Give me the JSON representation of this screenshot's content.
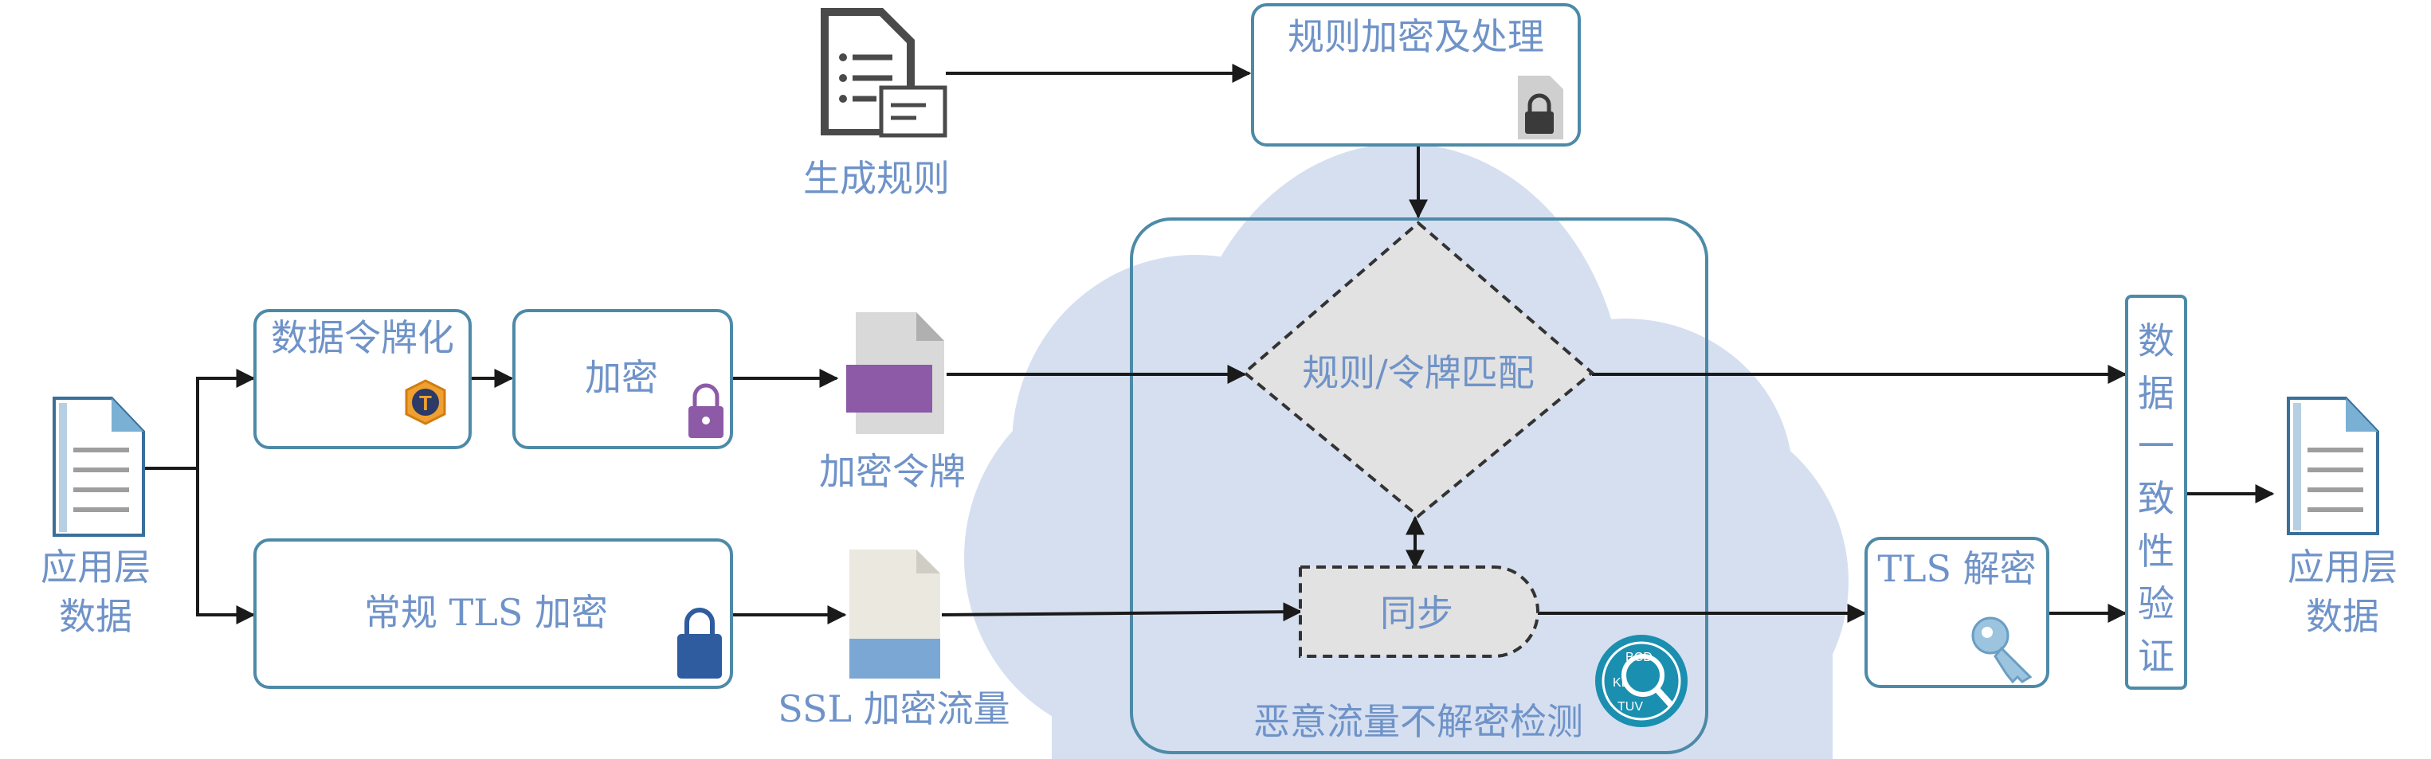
{
  "labels": {
    "app_data_left_1": "应用层",
    "app_data_left_2": "数据",
    "tokenize": "数据令牌化",
    "encrypt": "加密",
    "encrypted_token": "加密令牌",
    "regular_tls": "常规 TLS 加密",
    "ssl_traffic": "SSL 加密流量",
    "generate_rules": "生成规则",
    "rule_encrypt": "规则加密及处理",
    "rule_token_match": "规则/令牌匹配",
    "sync": "同步",
    "detection": "恶意流量不解密检测",
    "tls_decrypt": "TLS 解密",
    "consistency": [
      "数",
      "据",
      "一",
      "致",
      "性",
      "验",
      "证"
    ],
    "app_data_right_1": "应用层",
    "app_data_right_2": "数据"
  },
  "icons": {
    "document": "document-icon",
    "token": "token-hexagon-icon",
    "lock": "lock-icon",
    "key": "key-icon",
    "magnifier": "magnifier-icon",
    "encrypted_file": "encrypted-file-icon",
    "rules_doc": "rules-document-icon"
  },
  "colors": {
    "label_text": "#6f93c8",
    "box_border": "#4d8aa8",
    "cloud": "#d5dff0",
    "diamond_fill": "#e2e2e2",
    "token_orange": "#f0a030",
    "purple": "#8c5aa6",
    "lock_blue": "#2f5c9e",
    "ssl_blue": "#7ba7d4",
    "key_blue": "#9cc4df"
  }
}
